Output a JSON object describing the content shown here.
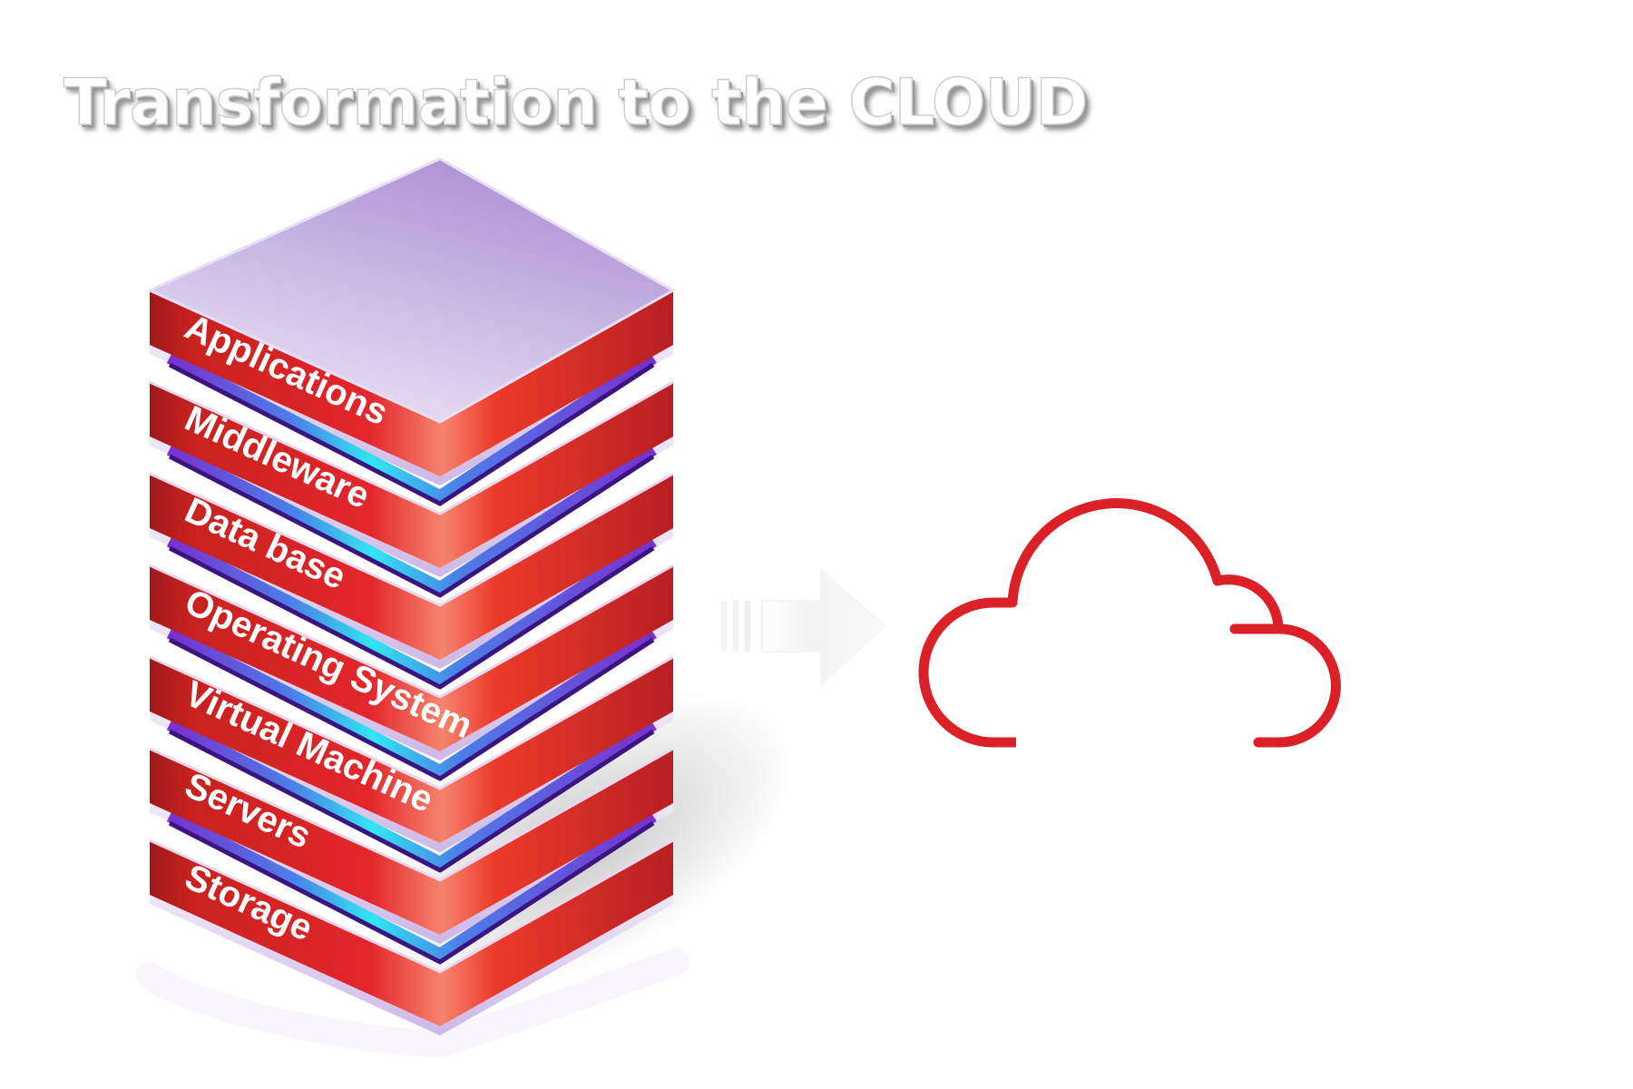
{
  "title": "Transformation to the CLOUD",
  "layers": [
    {
      "label": "Applications"
    },
    {
      "label": "Middleware"
    },
    {
      "label": "Data base"
    },
    {
      "label": "Operating System"
    },
    {
      "label": "Virtual Machine"
    },
    {
      "label": "Servers"
    },
    {
      "label": "Storage"
    }
  ],
  "colors": {
    "slab_red": "#e3262b",
    "slab_highlight": "#f6846e",
    "slab_dark": "#9e1a1a",
    "top_purple": "#b59ad8",
    "top_light": "#efe6f7",
    "glow_cyan": "#32e6f2",
    "glow_purple": "#7a2fd0",
    "cloud_red": "#dc2027",
    "arrow_gray": "#f3f3f3"
  },
  "icons": {
    "arrow": "arrow-right-icon",
    "cloud": "cloud-icon"
  }
}
